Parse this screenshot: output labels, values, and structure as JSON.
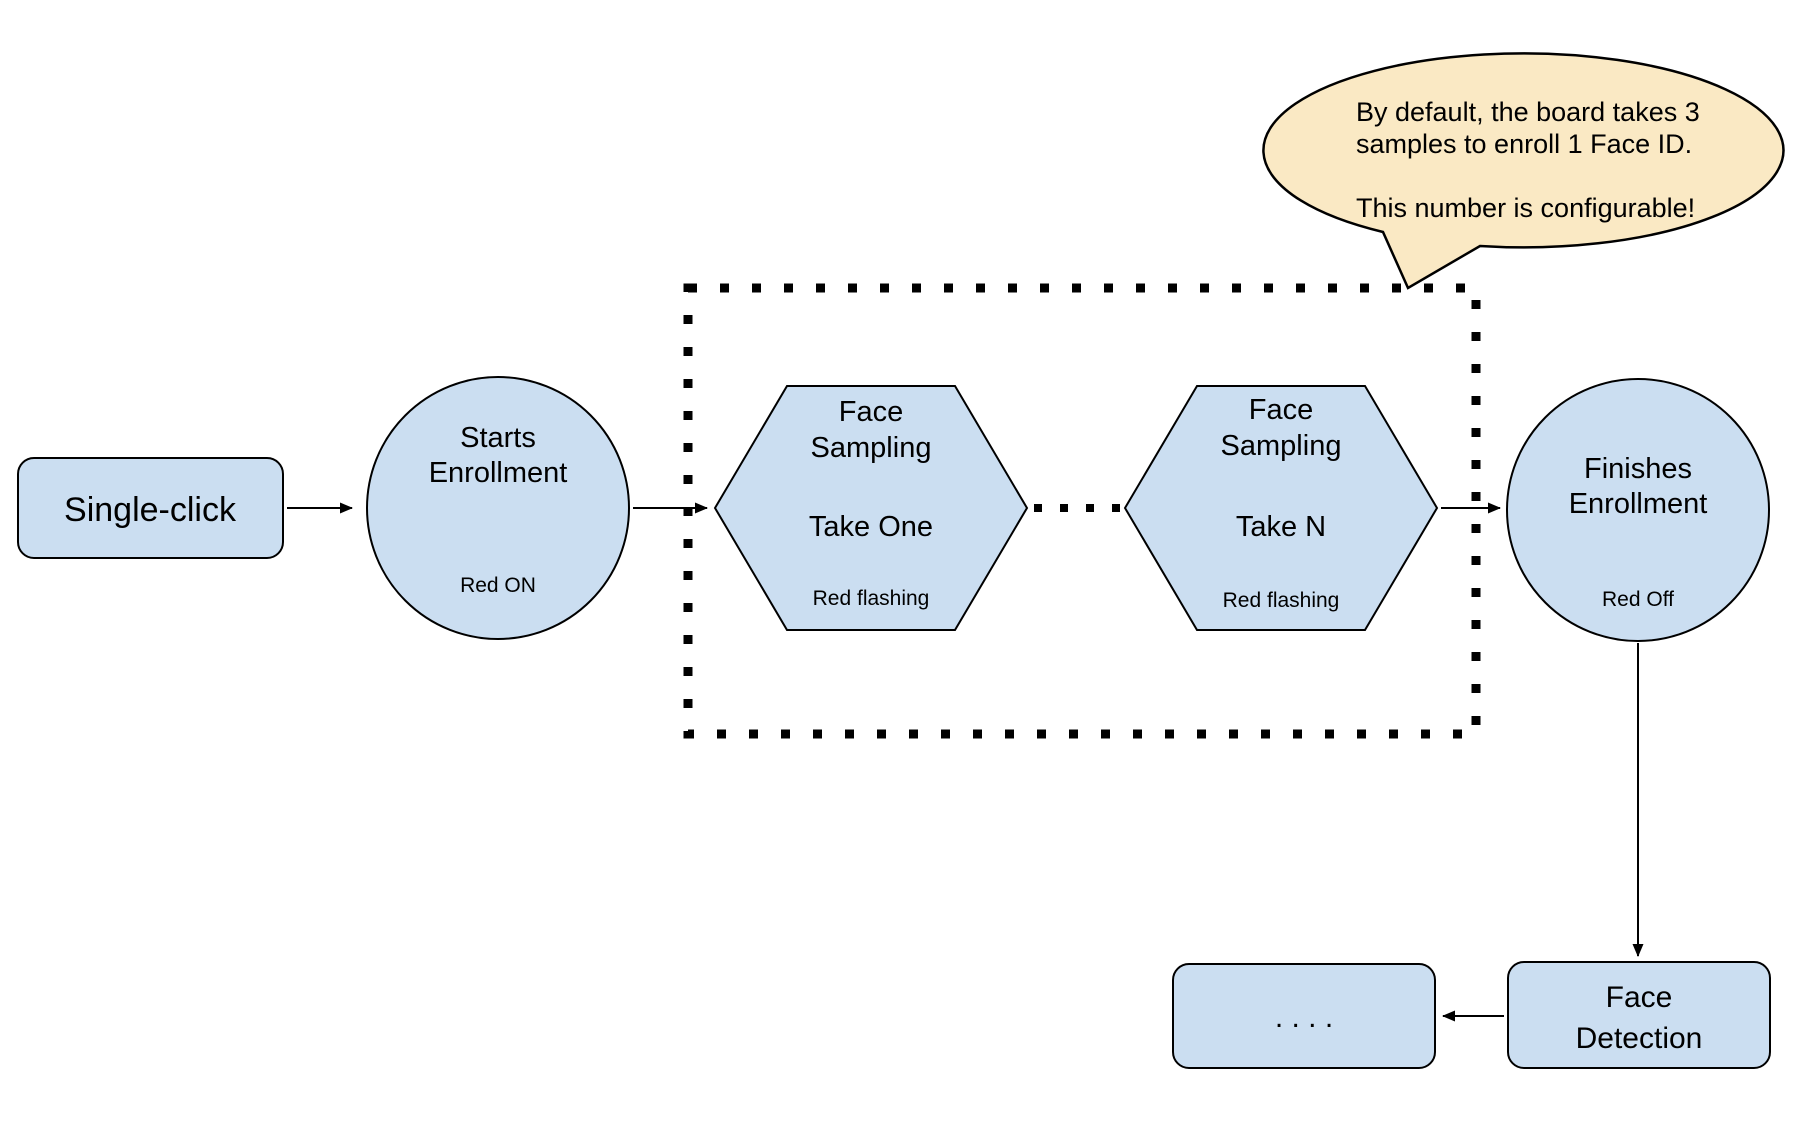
{
  "diagram": {
    "colors": {
      "node_fill": "#CBDEF1",
      "callout_fill": "#FAE9C4",
      "stroke": "#000000"
    },
    "nodes": {
      "single_click": {
        "label": "Single-click"
      },
      "starts_enrollment": {
        "line1": "Starts",
        "line2": "Enrollment",
        "status": "Red ON"
      },
      "face_sampling_one": {
        "line1": "Face",
        "line2": "Sampling",
        "step": "Take One",
        "status": "Red flashing"
      },
      "face_sampling_n": {
        "line1": "Face",
        "line2": "Sampling",
        "step": "Take N",
        "status": "Red flashing"
      },
      "finishes_enrollment": {
        "line1": "Finishes",
        "line2": "Enrollment",
        "status": "Red Off"
      },
      "face_detection": {
        "line1": "Face",
        "line2": "Detection"
      },
      "continuation": {
        "label": ". . . ."
      }
    },
    "callout": {
      "line1": "By default, the board takes 3",
      "line2": "samples to enroll 1 Face ID.",
      "line3": "This number is configurable!"
    }
  }
}
